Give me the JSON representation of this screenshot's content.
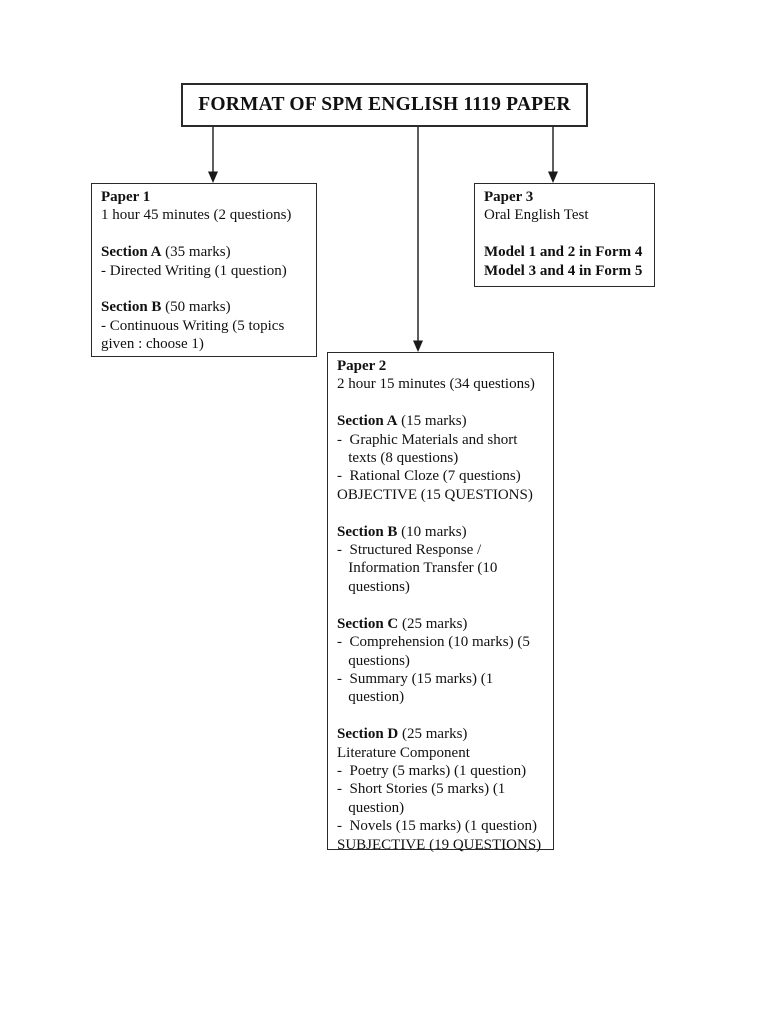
{
  "title_box": {
    "label": "FORMAT OF SPM ENGLISH 1119 PAPER"
  },
  "connectors": [
    {
      "name": "arrow-to-paper-1"
    },
    {
      "name": "arrow-to-paper-2"
    },
    {
      "name": "arrow-to-paper-3"
    }
  ],
  "boxes": [
    {
      "id": "paper1",
      "lines": [
        {
          "segments": [
            {
              "text": "Paper 1",
              "bold": true
            }
          ]
        },
        {
          "segments": [
            {
              "text": "1 hour 45 minutes (2 questions)",
              "bold": false
            }
          ]
        },
        {
          "segments": []
        },
        {
          "segments": [
            {
              "text": "Section A",
              "bold": true
            },
            {
              "text": " (35 marks)",
              "bold": false
            }
          ]
        },
        {
          "segments": [
            {
              "text": "- Directed Writing (1 question)",
              "bold": false
            }
          ]
        },
        {
          "segments": []
        },
        {
          "segments": [
            {
              "text": "Section B",
              "bold": true
            },
            {
              "text": " (50 marks)",
              "bold": false
            }
          ]
        },
        {
          "segments": [
            {
              "text": "- Continuous Writing (5 topics",
              "bold": false
            }
          ]
        },
        {
          "segments": [
            {
              "text": "given : choose 1)",
              "bold": false
            }
          ]
        }
      ]
    },
    {
      "id": "paper3",
      "lines": [
        {
          "segments": [
            {
              "text": "Paper 3",
              "bold": true
            }
          ]
        },
        {
          "segments": [
            {
              "text": "Oral English Test",
              "bold": false
            }
          ]
        },
        {
          "segments": []
        },
        {
          "segments": [
            {
              "text": "Model 1 and 2 in Form 4",
              "bold": true
            }
          ]
        },
        {
          "segments": [
            {
              "text": "Model 3 and 4 in Form 5",
              "bold": true
            }
          ]
        }
      ]
    },
    {
      "id": "paper2",
      "lines": [
        {
          "segments": [
            {
              "text": "Paper 2",
              "bold": true
            }
          ]
        },
        {
          "segments": [
            {
              "text": "2 hour 15 minutes (34 questions)",
              "bold": false
            }
          ]
        },
        {
          "segments": []
        },
        {
          "segments": [
            {
              "text": "Section A",
              "bold": true
            },
            {
              "text": " (15 marks)",
              "bold": false
            }
          ]
        },
        {
          "segments": [
            {
              "text": "-  Graphic Materials and short",
              "bold": false
            }
          ]
        },
        {
          "segments": [
            {
              "text": "   texts (8 questions)",
              "bold": false
            }
          ]
        },
        {
          "segments": [
            {
              "text": "-  Rational Cloze (7 questions)",
              "bold": false
            }
          ]
        },
        {
          "segments": [
            {
              "text": "OBJECTIVE (15 QUESTIONS)",
              "bold": false
            }
          ]
        },
        {
          "segments": []
        },
        {
          "segments": [
            {
              "text": "Section B",
              "bold": true
            },
            {
              "text": " (10 marks)",
              "bold": false
            }
          ]
        },
        {
          "segments": [
            {
              "text": "-  Structured Response /",
              "bold": false
            }
          ]
        },
        {
          "segments": [
            {
              "text": "   Information Transfer (10",
              "bold": false
            }
          ]
        },
        {
          "segments": [
            {
              "text": "   questions)",
              "bold": false
            }
          ]
        },
        {
          "segments": []
        },
        {
          "segments": [
            {
              "text": "Section C",
              "bold": true
            },
            {
              "text": " (25 marks)",
              "bold": false
            }
          ]
        },
        {
          "segments": [
            {
              "text": "-  Comprehension (10 marks) (5",
              "bold": false
            }
          ]
        },
        {
          "segments": [
            {
              "text": "   questions)",
              "bold": false
            }
          ]
        },
        {
          "segments": [
            {
              "text": "-  Summary (15 marks) (1",
              "bold": false
            }
          ]
        },
        {
          "segments": [
            {
              "text": "   question)",
              "bold": false
            }
          ]
        },
        {
          "segments": []
        },
        {
          "segments": [
            {
              "text": "Section D",
              "bold": true
            },
            {
              "text": " (25 marks)",
              "bold": false
            }
          ]
        },
        {
          "segments": [
            {
              "text": "Literature Component",
              "bold": false
            }
          ]
        },
        {
          "segments": [
            {
              "text": "-  Poetry (5 marks) (1 question)",
              "bold": false
            }
          ]
        },
        {
          "segments": [
            {
              "text": "-  Short Stories (5 marks) (1",
              "bold": false
            }
          ]
        },
        {
          "segments": [
            {
              "text": "   question)",
              "bold": false
            }
          ]
        },
        {
          "segments": [
            {
              "text": "-  Novels (15 marks) (1 question)",
              "bold": false
            }
          ]
        },
        {
          "segments": [
            {
              "text": "SUBJECTIVE (19 QUESTIONS)",
              "bold": false
            }
          ]
        }
      ]
    }
  ]
}
